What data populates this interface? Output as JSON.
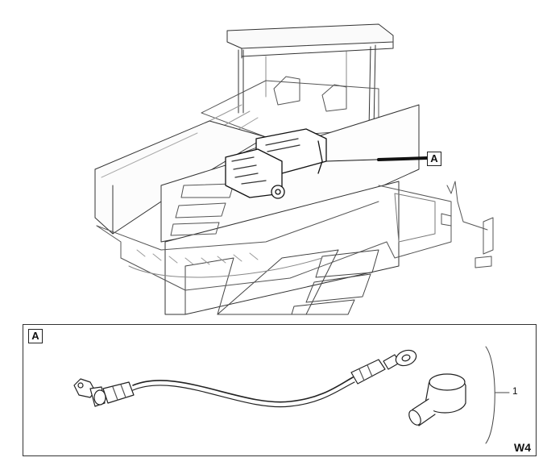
{
  "diagram": {
    "callout_top": "A",
    "callout_detail": "A",
    "part_number": "1",
    "sheet_code": "W4"
  }
}
